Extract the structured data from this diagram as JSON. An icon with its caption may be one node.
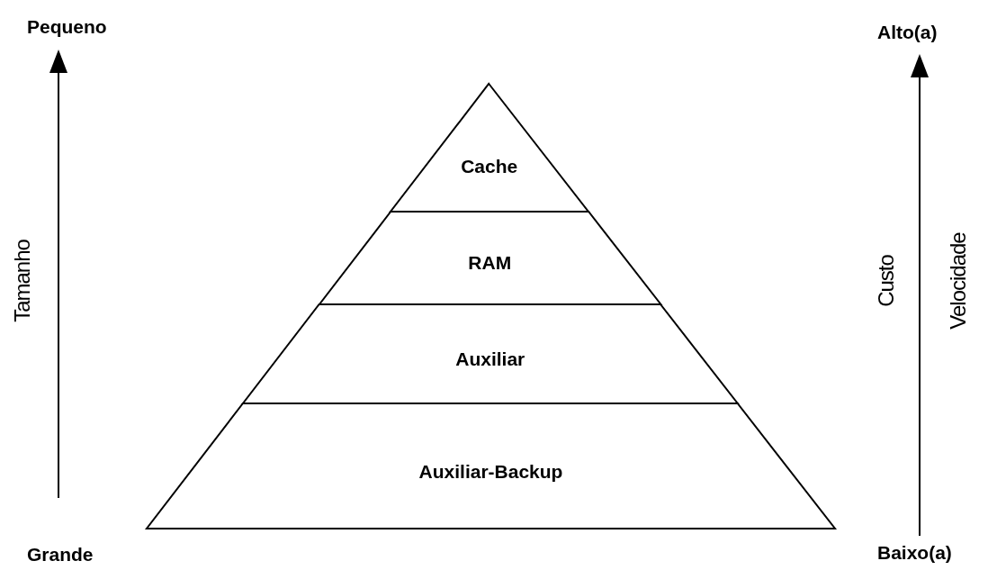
{
  "diagram": {
    "nodes": [
      {
        "text": [
          "Cache"
        ]
      },
      {
        "text": [
          "RAM"
        ]
      },
      {
        "text": [
          "Auxiliar"
        ]
      },
      {
        "text": [
          "Auxiliar-Backup"
        ]
      }
    ],
    "labels": [
      "Pequeno",
      "Tamanho",
      "Grande",
      "Alto(a)",
      "Custo",
      "Velocidade",
      "Baixo(a)"
    ]
  }
}
